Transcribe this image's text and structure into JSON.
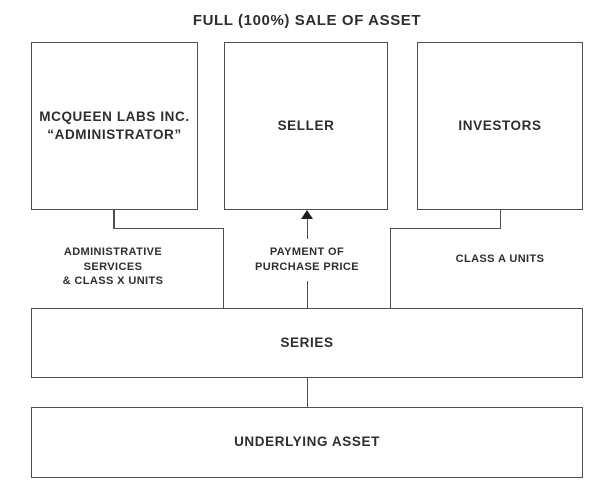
{
  "diagram": {
    "title": "FULL (100%) SALE OF ASSET",
    "nodes": {
      "administrator": {
        "line1": "MCQUEEN LABS INC.",
        "line2": "“ADMINISTRATOR”"
      },
      "seller": {
        "label": "SELLER"
      },
      "investors": {
        "label": "INVESTORS"
      },
      "series": {
        "label": "SERIES"
      },
      "underlying_asset": {
        "label": "UNDERLYING ASSET"
      }
    },
    "edges": {
      "admin_to_series": {
        "line1": "ADMINISTRATIVE SERVICES",
        "line2": "& CLASS X UNITS"
      },
      "series_to_seller": {
        "line1": "PAYMENT OF",
        "line2": "PURCHASE PRICE",
        "arrow_direction": "up"
      },
      "investors_to_series": {
        "label": "CLASS A UNITS"
      }
    },
    "colors": {
      "background": "#ffffff",
      "border": "#4f4f4f",
      "connector": "#4f4f4f",
      "arrow": "#1f1f1f",
      "text": "#2e2e2e"
    }
  }
}
